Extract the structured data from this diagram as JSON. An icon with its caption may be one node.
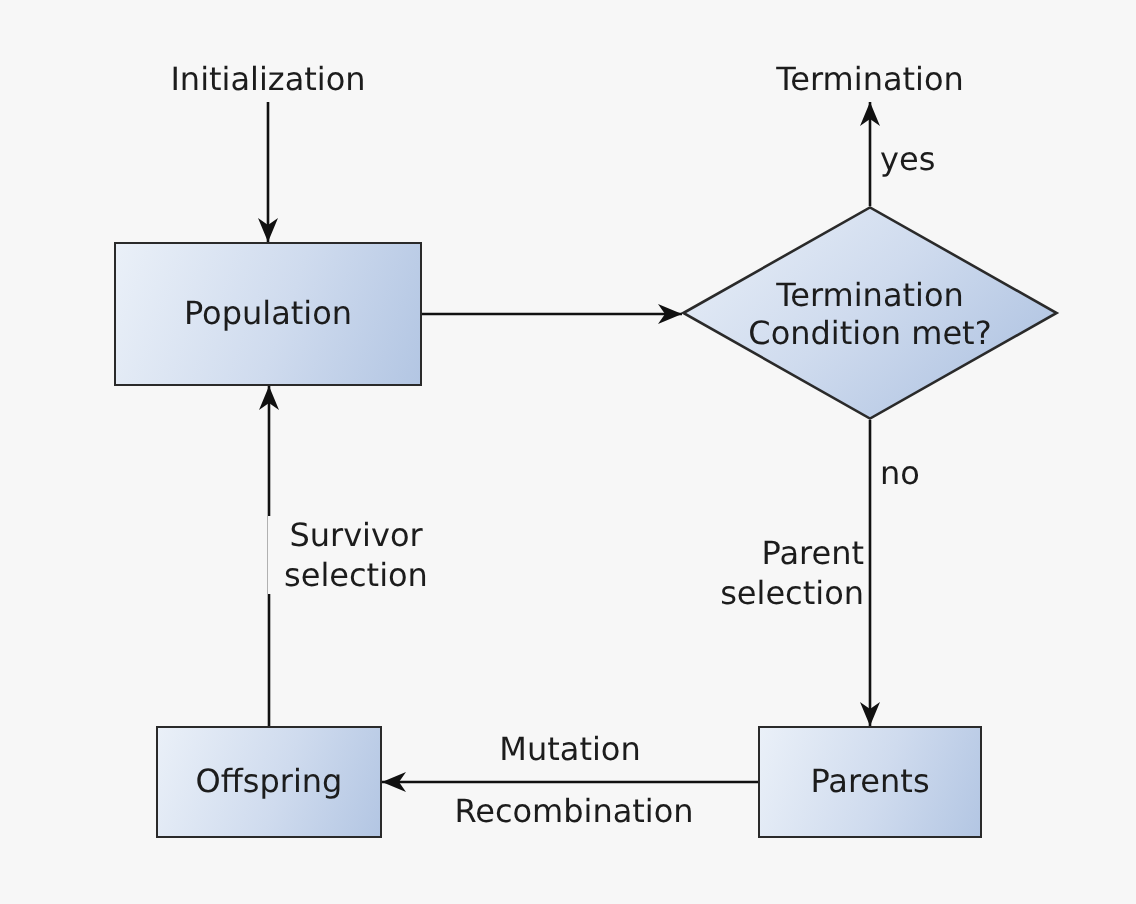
{
  "diagram": {
    "nodes": [
      {
        "text": [
          "Initialization"
        ]
      },
      {
        "text": [
          "Population"
        ]
      },
      {
        "text": [
          "Termination Condition met?"
        ]
      },
      {
        "text": [
          "Termination"
        ]
      },
      {
        "text": [
          "Parents"
        ]
      },
      {
        "text": [
          "Offspring"
        ]
      }
    ],
    "edges": [
      {
        "from": 0,
        "to": 1,
        "arrow": "to"
      },
      {
        "from": 1,
        "to": 2,
        "arrow": "to"
      },
      {
        "from": 2,
        "to": 3,
        "arrow": "to",
        "label": "yes"
      },
      {
        "from": 2,
        "to": 4,
        "arrow": "to",
        "label": "no"
      },
      {
        "from": 4,
        "to": 5,
        "arrow": "to",
        "label": "Mutation"
      },
      {
        "from": 5,
        "to": 1,
        "arrow": "to",
        "label": "Survivor selection"
      }
    ],
    "labels": [
      "Parent selection",
      "Recombination"
    ]
  }
}
